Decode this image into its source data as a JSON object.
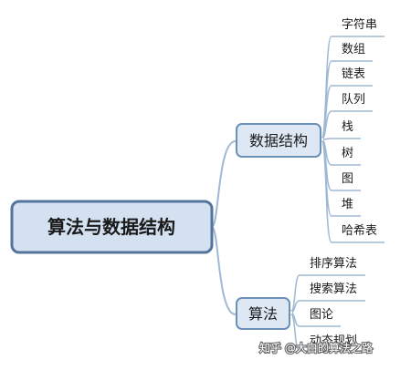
{
  "mindmap": {
    "root": "算法与数据结构",
    "branches": [
      {
        "label": "数据结构",
        "children": [
          "字符串",
          "数组",
          "链表",
          "队列",
          "栈",
          "树",
          "图",
          "堆",
          "哈希表"
        ]
      },
      {
        "label": "算法",
        "children": [
          "排序算法",
          "搜索算法",
          "图论",
          "动态规划"
        ]
      }
    ]
  },
  "watermark": "知乎 @大白的算法之路",
  "colors": {
    "node_fill": "#dde8f4",
    "node_stroke": "#6d90b9",
    "root_fill": "#d3e1f1",
    "root_stroke": "#55749d",
    "line": "#9fb8d4"
  }
}
